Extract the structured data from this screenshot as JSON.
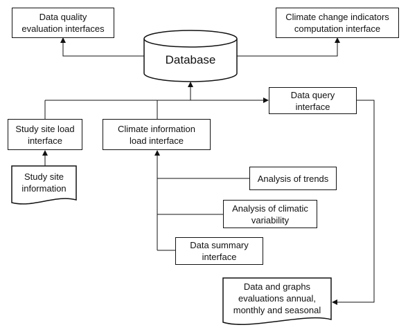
{
  "nodes": {
    "database": "Database",
    "data_quality": "Data quality\nevaluation interfaces",
    "climate_change": "Climate change indicators\ncomputation interface",
    "data_query": "Data query\ninterface",
    "study_site_load": "Study site load\ninterface",
    "climate_info_load": "Climate information\nload interface",
    "study_site_info": "Study site\ninformation",
    "analysis_trends": "Analysis of trends",
    "analysis_variability": "Analysis of climatic\nvariability",
    "data_summary": "Data summary\ninterface",
    "data_graphs": "Data and graphs\nevaluations annual,\nmonthly and seasonal"
  }
}
